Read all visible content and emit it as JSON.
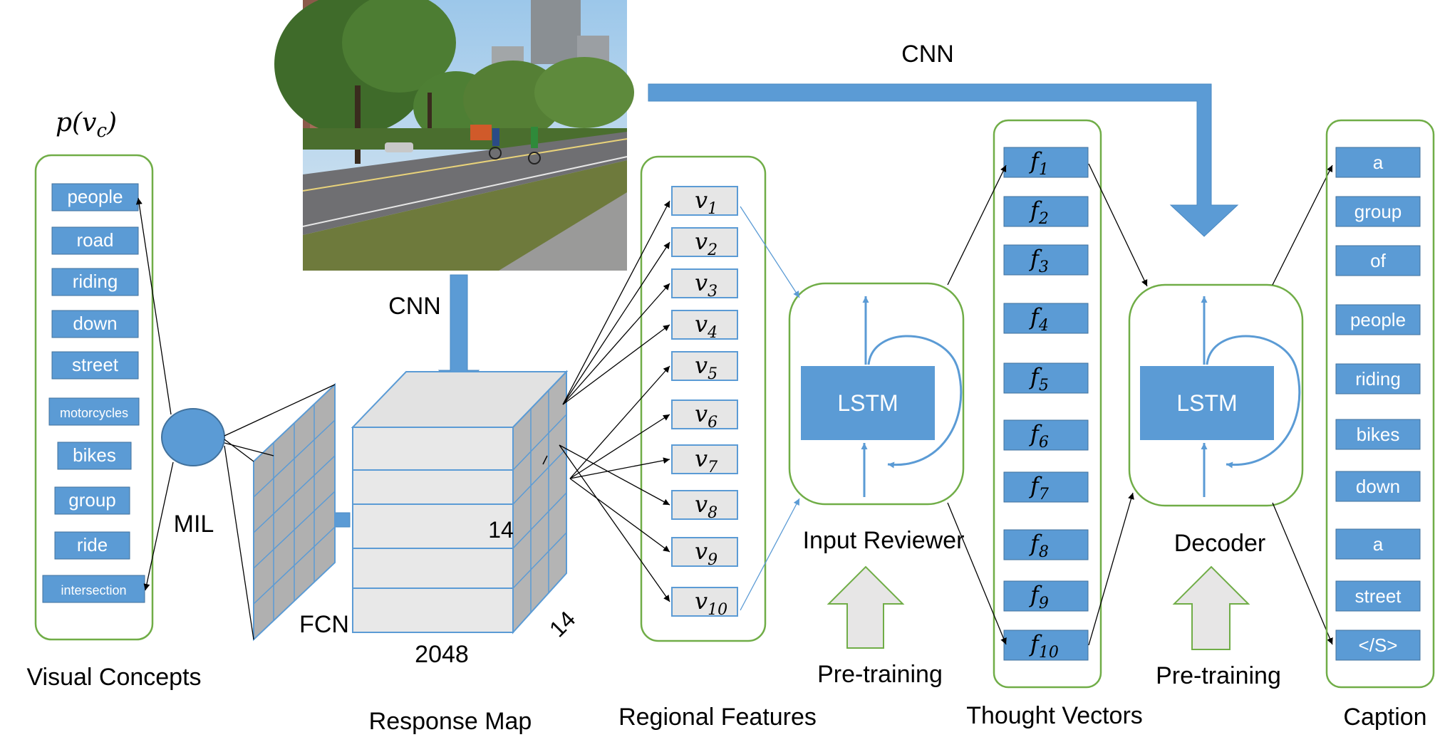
{
  "visual_concepts": {
    "prob_label": {
      "main": "p(v",
      "sub": "c",
      "close": ")"
    },
    "items": [
      "people",
      "road",
      "riding",
      "down",
      "street",
      "motorcycles",
      "bikes",
      "group",
      "ride",
      "intersection"
    ],
    "title": "Visual Concepts"
  },
  "mil_label": "MIL",
  "fcn_label": "FCN",
  "cnn_top_label": "CNN",
  "cnn_image_label": "CNN",
  "response_map": {
    "title": "Response Map",
    "width_label": "2048",
    "height_label": "14",
    "depth_label": "14"
  },
  "regional_features": {
    "symbol": "v",
    "subs": [
      "1",
      "2",
      "3",
      "4",
      "5",
      "6",
      "7",
      "8",
      "9",
      "10"
    ],
    "title": "Regional Features"
  },
  "input_reviewer": {
    "cell_label": "LSTM",
    "title": "Input Reviewer",
    "pretraining": "Pre-training"
  },
  "thought_vectors": {
    "symbol": "f",
    "subs": [
      "1",
      "2",
      "3",
      "4",
      "5",
      "6",
      "7",
      "8",
      "9",
      "10"
    ],
    "title": "Thought Vectors"
  },
  "decoder": {
    "cell_label": "LSTM",
    "title": "Decoder",
    "pretraining": "Pre-training"
  },
  "caption": {
    "words": [
      "a",
      "group",
      "of",
      "people",
      "riding",
      "bikes",
      "down",
      "a",
      "street",
      "</S>"
    ],
    "title": "Caption"
  },
  "colors": {
    "box_fill": "#5b9bd5",
    "group_border": "#70ad47",
    "feature_fill": "#e6e6e6",
    "arrow_fill": "#5b9bd5"
  }
}
